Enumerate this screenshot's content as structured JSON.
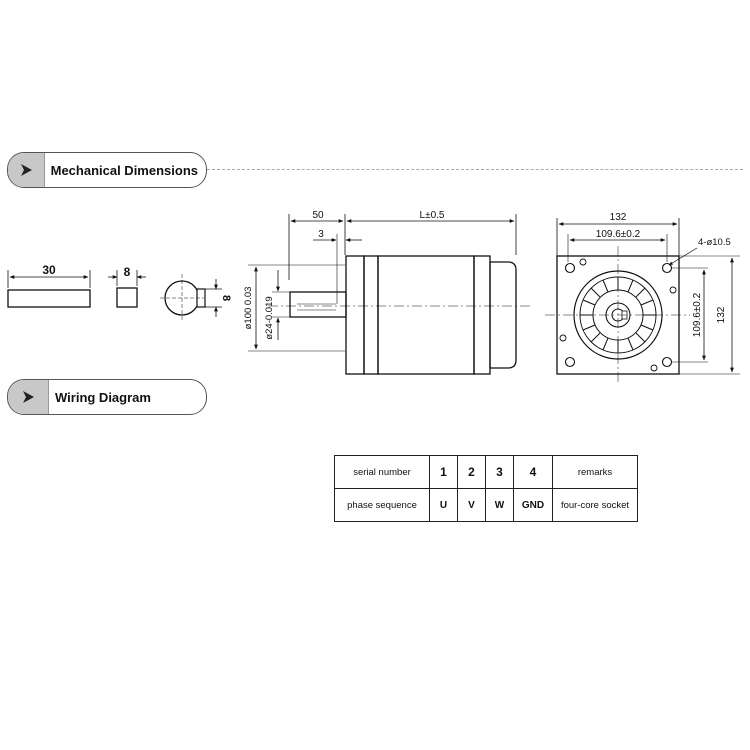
{
  "sections": {
    "mechanical": "Mechanical Dimensions",
    "wiring": "Wiring Diagram"
  },
  "key_dims": {
    "length": "30",
    "width": "8",
    "height": "8"
  },
  "side_view": {
    "dim_shaft_length": "50",
    "dim_key_offset": "3",
    "dim_body_length": "L±0.5",
    "dim_flange_dia": "ø100  0.03",
    "dim_shaft_dia": "ø24-0.019"
  },
  "front_view": {
    "dim_width": "132",
    "dim_bolt_spacing_h": "109.6±0.2",
    "dim_holes": "4-ø10.5",
    "dim_bolt_spacing_v": "109.6±0.2",
    "dim_height": "132"
  },
  "wiring_table": {
    "header_label": "serial number",
    "numbers": [
      "1",
      "2",
      "3",
      "4"
    ],
    "remarks_header": "remarks",
    "row_label": "phase sequence",
    "phases": [
      "U",
      "V",
      "W",
      "GND"
    ],
    "remarks_value": "four-core socket"
  }
}
